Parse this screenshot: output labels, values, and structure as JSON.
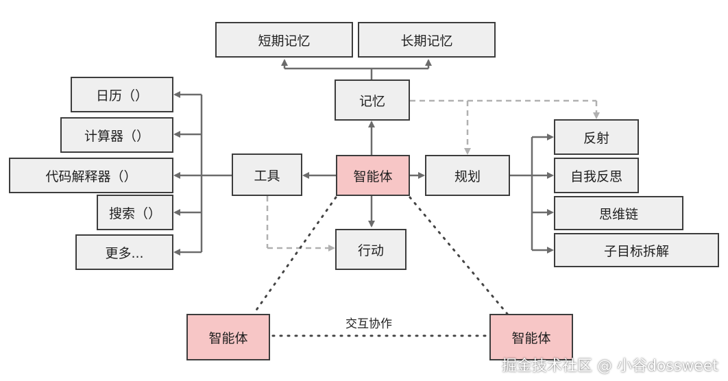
{
  "nodes": {
    "short_term_memory": "短期记忆",
    "long_term_memory": "长期记忆",
    "memory": "记忆",
    "agent": "智能体",
    "tools": "工具",
    "planning": "规划",
    "action": "行动",
    "calendar": "日历（）",
    "calculator": "计算器（）",
    "code_interpreter": "代码解释器（）",
    "search": "搜索（）",
    "more": "更多...",
    "reflection": "反射",
    "self_reflection": "自我反思",
    "chain_of_thought": "思维链",
    "subgoal_decomposition": "子目标拆解",
    "agent_left": "智能体",
    "agent_right": "智能体"
  },
  "edge_labels": {
    "collaboration": "交互协作"
  },
  "watermark": "掘金技术社区 @ 小谷dossweet",
  "colors": {
    "box_fill": "#efefef",
    "agent_fill": "#f7c6c6",
    "border": "#3c3c3c",
    "arrow": "#6b6b6b",
    "dashed": "#b0b0b0",
    "dotted": "#444444"
  }
}
